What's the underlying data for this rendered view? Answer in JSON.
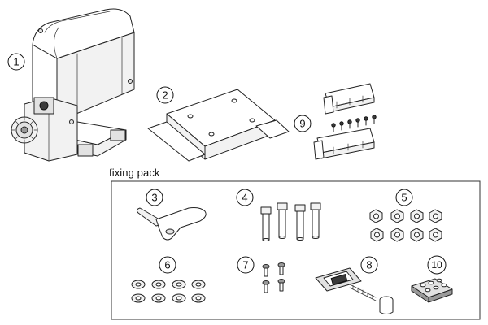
{
  "fixing_pack": {
    "label": "fixing pack"
  },
  "parts": [
    {
      "number": "1"
    },
    {
      "number": "2"
    },
    {
      "number": "3"
    },
    {
      "number": "4"
    },
    {
      "number": "5"
    },
    {
      "number": "6"
    },
    {
      "number": "7"
    },
    {
      "number": "8"
    },
    {
      "number": "9"
    },
    {
      "number": "10"
    }
  ]
}
